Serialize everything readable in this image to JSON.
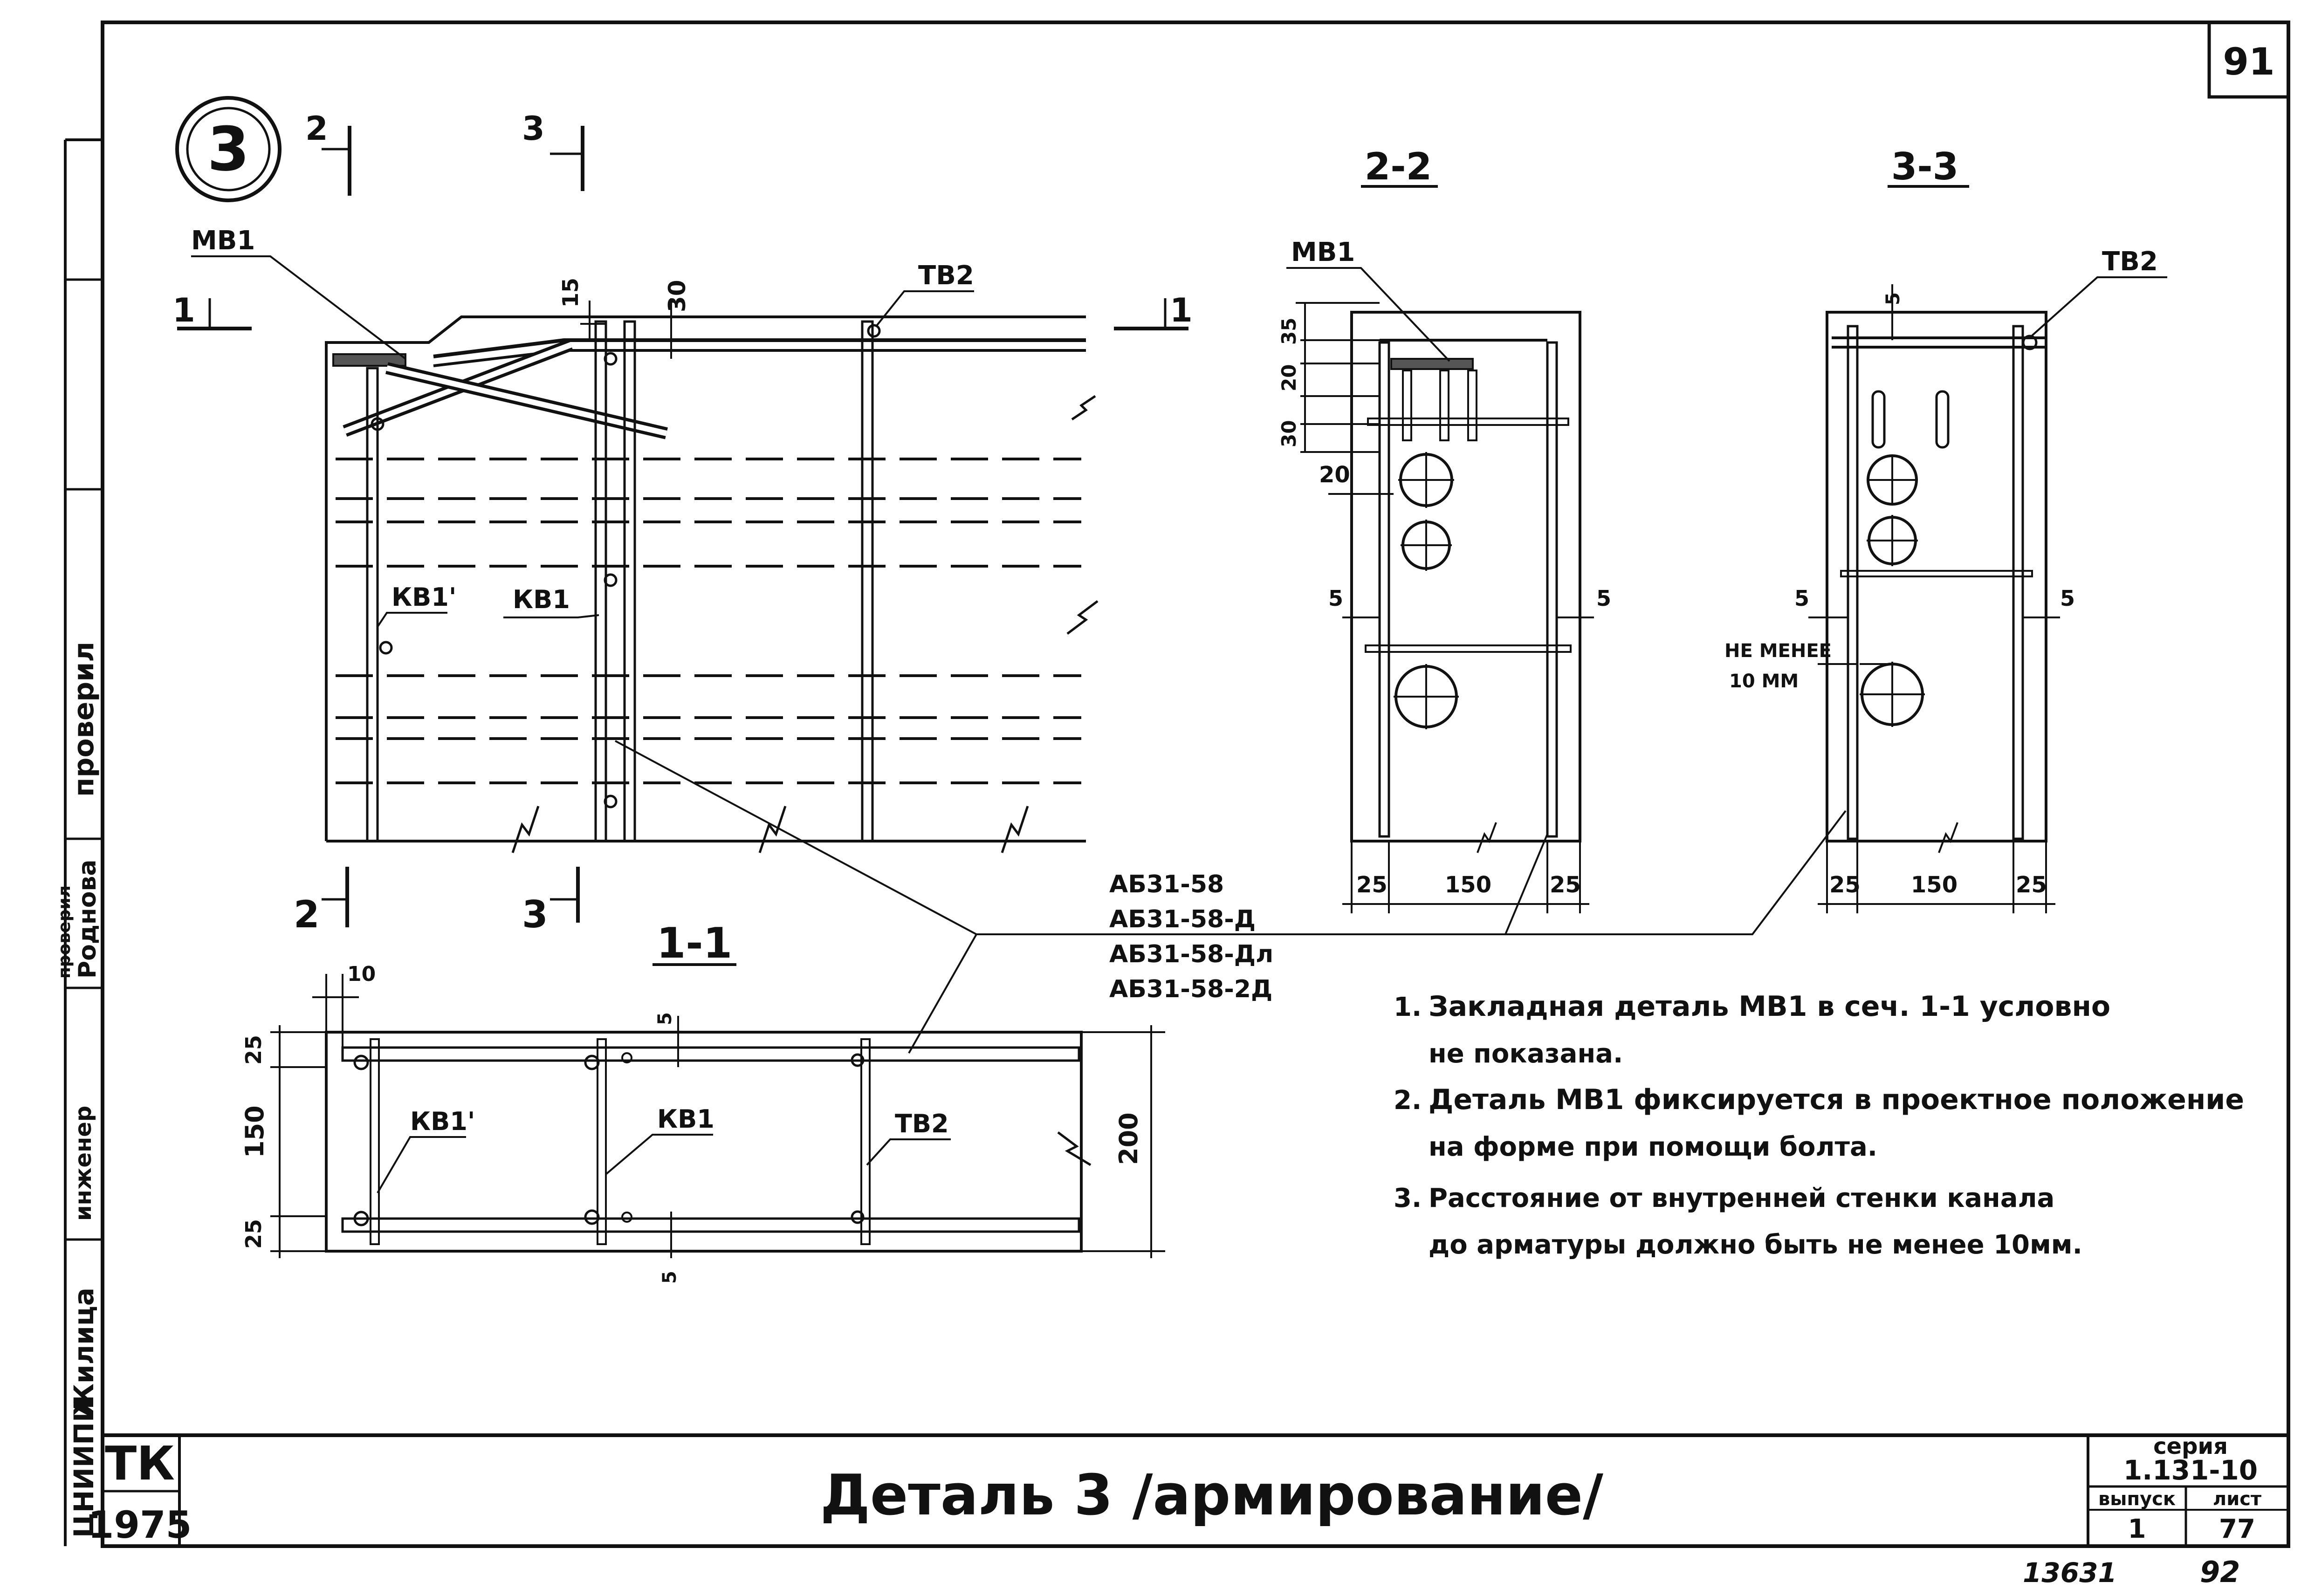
{
  "sheet_number": "91",
  "detail_number": "3",
  "sheet_number_handwritten": "92",
  "inventory_number": "13631",
  "views": {
    "main": {
      "cut_2_label": "2",
      "cut_3_label": "3",
      "cut_1_label": "1",
      "label_mb1": "МВ1",
      "label_tb2": "ТВ2",
      "label_kb1p": "КВ1'",
      "label_kb1": "КВ1",
      "dim_15": "15",
      "dim_30": "30"
    },
    "section_2_2": {
      "title": "2-2",
      "label_mb1": "МВ1",
      "dim_35": "35",
      "dim_20a": "20",
      "dim_30": "30",
      "dim_20b": "20",
      "dim_5l": "5",
      "dim_5r": "5",
      "dim_25l": "25",
      "dim_150": "150",
      "dim_25r": "25"
    },
    "section_3_3": {
      "title": "3-3",
      "label_tb2": "ТВ2",
      "dim_5top": "5",
      "dim_5l": "5",
      "dim_5r": "5",
      "note_min_line1": "НЕ МЕНЕЕ",
      "note_min_line2": "10 ММ",
      "dim_25l": "25",
      "dim_150": "150",
      "dim_25r": "25"
    },
    "section_1_1": {
      "title": "1-1",
      "dim_10": "10",
      "dim_25a": "25",
      "dim_150": "150",
      "dim_25b": "25",
      "dim_5top": "5",
      "dim_5bot": "5",
      "dim_200": "200",
      "label_kb1p": "КВ1'",
      "label_kb1": "КВ1",
      "label_tb2": "ТВ2"
    }
  },
  "block_types": [
    "АБ31-58",
    "АБ31-58-Д",
    "АБ31-58-Дл",
    "АБ31-58-2Д"
  ],
  "notes": [
    {
      "num": "1.",
      "line1": "Закладная деталь МВ1 в сеч. 1-1 условно",
      "line2": "не показана."
    },
    {
      "num": "2.",
      "line1": "Деталь МВ1 фиксируется в проектное положение",
      "line2": "на форме при помощи болта."
    },
    {
      "num": "3.",
      "line1": "Расстояние от внутренней стенки канала",
      "line2": "до арматуры должно быть не менее 10мм."
    }
  ],
  "title_block": {
    "org": "ТК",
    "year": "1975",
    "title": "Деталь 3 /армирование/",
    "series_label": "серия",
    "series_value": "1.131-10",
    "issue_label": "выпуск",
    "issue_value": "1",
    "sheet_label": "лист",
    "sheet_value": "77"
  },
  "left_strip": {
    "checked": "проверил",
    "rodnova": "Роднова",
    "rodnova_role": "проверил",
    "engineer": "инженер",
    "zhilitsa": "Жилица",
    "cniip": "ЦНИИПИ"
  }
}
